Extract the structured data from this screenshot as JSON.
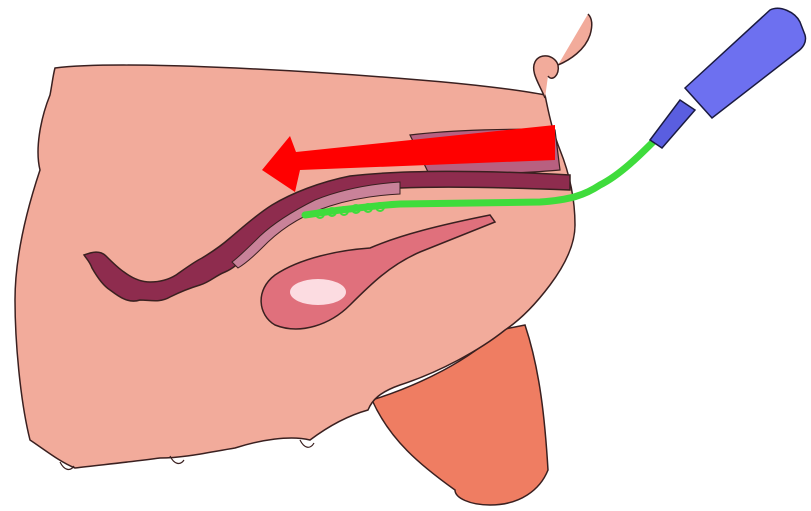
{
  "diagram": {
    "kind": "anatomical illustration, side cross-section",
    "labels": [],
    "colors": {
      "background": "#ffffff",
      "body_tissue": "#f2ab9b",
      "tissue_outline": "#3a2020",
      "lower_tissue": "#ef7d62",
      "dark_tract": "#8e2c4e",
      "mid_tract": "#b86080",
      "light_tract": "#c98299",
      "bladder": "#e0707c",
      "bladder_highlight": "#ffe8ec",
      "catheter": "#3fdc3c",
      "device_body": "#6d70f0",
      "device_tip": "#5a5ee0",
      "arrow": "#ff0000"
    },
    "arrow_direction": "left",
    "device": "catheter-syringe"
  }
}
